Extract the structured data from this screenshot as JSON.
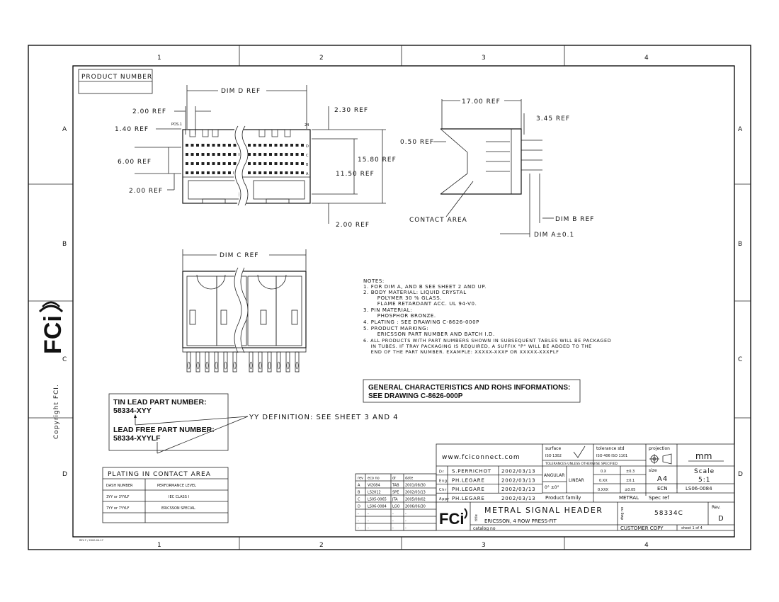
{
  "zones": {
    "columns": [
      "1",
      "2",
      "3",
      "4"
    ],
    "rows": [
      "A",
      "B",
      "C",
      "D"
    ]
  },
  "copyright": "Copyright FCI.",
  "logo_text": "FCi",
  "product_number_label": "PRODUCT NUMBER",
  "front_view": {
    "dim_d": "DIM D REF",
    "d200_top": "2.00 REF",
    "d140": "1.40 REF",
    "pos": "POS.1",
    "d600": "6.00 REF",
    "d200_bot": "2.00 REF",
    "pos24": "24",
    "rows": [
      "D",
      "C",
      "B",
      "A"
    ],
    "d230": "2.30 REF",
    "d1580": "15.80 REF",
    "d1150": "11.50 REF",
    "d200_right": "2.00 REF"
  },
  "side_view": {
    "d1700": "17.00 REF",
    "d345": "3.45 REF",
    "d050": "0.50 REF",
    "contact_area": "CONTACT AREA",
    "dim_b": "DIM B REF",
    "dim_a": "DIM A±0.1"
  },
  "bottom_view": {
    "dim_c": "DIM C REF"
  },
  "notes": [
    "NOTES:",
    "1.  FOR DIM A, AND B SEE SHEET 2 AND UP.",
    "2.  BODY MATERIAL: LIQUID CRYSTAL",
    "       POLYMER 30 % GLASS.",
    "       FLAME RETARDANT ACC. UL 94-V0.",
    "3.  PIN MATERIAL:",
    "       PHOSPHOR BRONZE.",
    "4.  PLATING : SEE DRAWING C-8626-000P",
    "5.  PRODUCT MARKING:",
    "       ERICSSON PART NUMBER AND BATCH I.D.",
    "6.  ALL PRODUCTS WITH PART NUMBERS SHOWN IN SUBSEQUENT TABLES WILL BE PACKAGED",
    "    IN TUBES. IF TRAY PACKAGING IS REQUIRED, A SUFFIX \"P\" WILL BE ADDED TO THE",
    "    END OF THE PART NUMBER. EXAMPLE: XXXXX-XXXP OR XXXXX-XXXPLF"
  ],
  "general_box": {
    "line1": "GENERAL CHARACTERISTICS AND ROHS INFORMATIONS:",
    "line2": "SEE DRAWING C-8626-000P"
  },
  "part_box": {
    "tin_label": "TIN LEAD PART NUMBER:",
    "tin_value": "58334-XYY",
    "lf_label": "LEAD FREE PART NUMBER:",
    "lf_value": "58334-XYYLF",
    "yy_def": "YY DEFINITION: SEE SHEET 3 AND 4"
  },
  "plating_table": {
    "title": "PLATING IN CONTACT AREA",
    "headers": [
      "DASH NUMBER",
      "PERFORMANCE LEVEL"
    ],
    "rows": [
      [
        "3YY or 3YYLF",
        "IEC CLASS I"
      ],
      [
        "7YY or 7YYLF",
        "ERICSSON SPECIAL"
      ]
    ]
  },
  "rev_table": {
    "headers": [
      "rev",
      "eco no",
      "dr",
      "date"
    ],
    "rows": [
      [
        "A",
        "VI2084",
        "TAB",
        "2001/08/30"
      ],
      [
        "B",
        "LS2012",
        "SPE",
        "2002/03/13"
      ],
      [
        "C",
        "LS05-0065",
        "JTA",
        "2005/08/02"
      ],
      [
        "D",
        "LS06-0084",
        "LGO",
        "2006/06/30"
      ],
      [
        "-",
        "-",
        "-",
        "-"
      ],
      [
        "-",
        "-",
        "-",
        "-"
      ],
      [
        "-",
        "-",
        "-",
        "-"
      ]
    ]
  },
  "title_block": {
    "website": "www.fciconnect.com",
    "surface": "surface",
    "iso1302": "ISO 1302",
    "tol_std": "tolerance std",
    "iso_std": "ISO 406  ISO 1101",
    "tol_unless": "TOLERANCES UNLESS OTHERWISE SPECIFIED",
    "projection": "projection",
    "unit": "mm",
    "people": [
      [
        "Dr",
        "S.PERRICHOT",
        "2002/03/13"
      ],
      [
        "Eng",
        "PH.LEGARE",
        "2002/03/13"
      ],
      [
        "Chr",
        "PH.LEGARE",
        "2002/03/13"
      ],
      [
        "Appr",
        "PH.LEGARE",
        "2002/03/13"
      ]
    ],
    "angular": "ANGULAR",
    "angular_val": "0°  ±0°",
    "linear": "LINEAR",
    "lin_rows": [
      [
        "0.X",
        "±0.3"
      ],
      [
        "0.XX",
        "±0.1"
      ],
      [
        "0.XXX",
        "±0.05"
      ]
    ],
    "size_label": "size",
    "size": "A4",
    "scale_label": "Scale",
    "scale": "5:1",
    "ecn_label": "ECN",
    "ecn": "LS06-0084",
    "product_family": "Product family",
    "family": "METRAL",
    "spec_ref": "Spec ref",
    "title_label": "title",
    "title": "METRAL SIGNAL HEADER",
    "subtitle": "ERICSSON, 4 ROW PRESS-FIT",
    "catalog": "catalog no",
    "dwg_label": "dwg no",
    "dwg": "58334C",
    "rev_label": "Rev.",
    "rev": "D",
    "customer_copy": "CUSTOMER COPY",
    "sheet": "sheet 1 of 4"
  },
  "rev_footnote": "REV F / 2000-04-17"
}
